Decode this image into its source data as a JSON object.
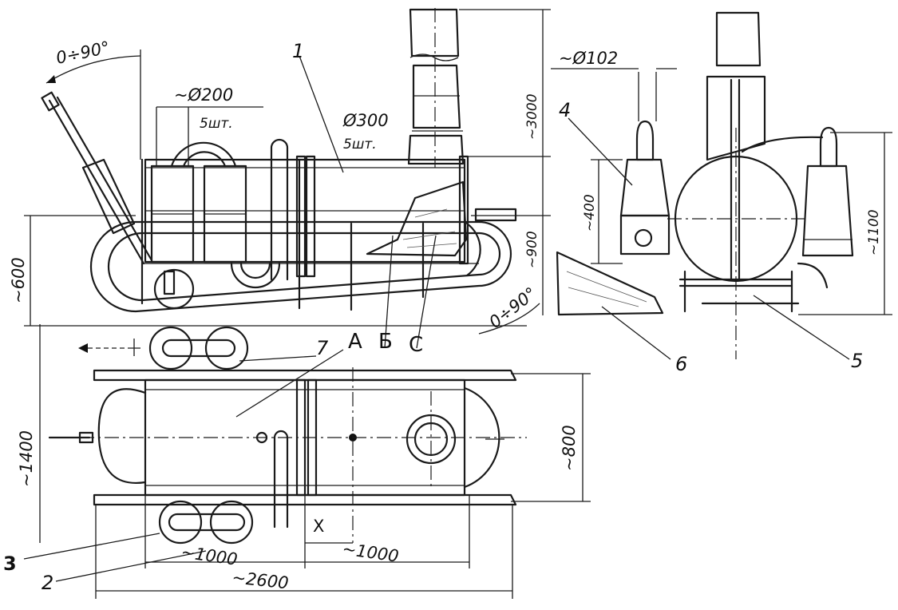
{
  "labels": {
    "angle_top": "0÷90°",
    "angle_bottom": "0÷90°",
    "d200": "~Ø200",
    "d200_qty": "5шт.",
    "d300": "Ø300",
    "d300_qty": "5шт.",
    "d102": "~Ø102",
    "h3000": "~3000",
    "h900": "~900",
    "h600": "~600",
    "h400": "~400",
    "h1100": "~1100",
    "w1400": "~1400",
    "w800": "~800",
    "l1000_left": "~1000",
    "l1000_right": "~1000",
    "l2600": "~2600",
    "x_mark": "X"
  },
  "callouts": {
    "n1": "1",
    "n2": "2",
    "n3": "3",
    "n4": "4",
    "n5": "5",
    "n6": "6",
    "n7": "7",
    "a": "А",
    "b": "Б",
    "c": "С"
  }
}
